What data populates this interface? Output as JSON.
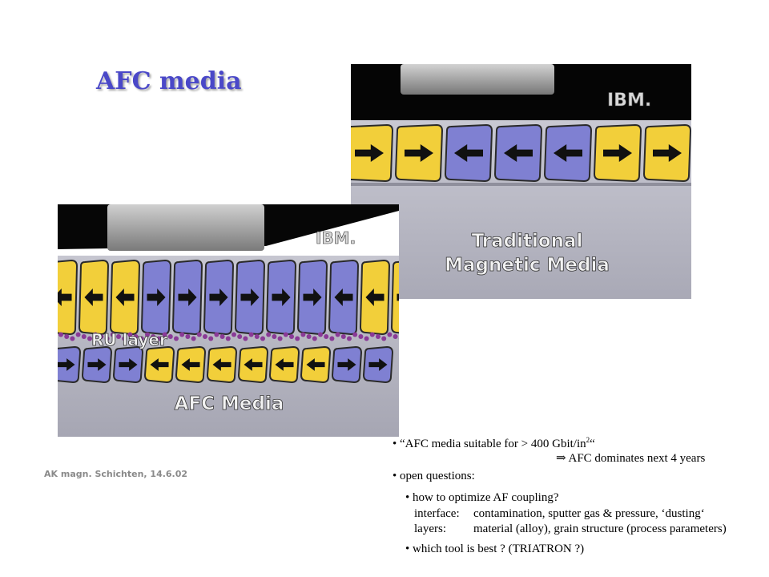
{
  "slide": {
    "title": "AFC media",
    "footer": "AK magn. Schichten, 14.6.02"
  },
  "panel_top": {
    "logo": "IBM.",
    "caption_line1": "Traditional",
    "caption_line2": "Magnetic Media"
  },
  "panel_left": {
    "logo": "IBM.",
    "layer_label": "RU layer",
    "caption": "AFC Media"
  },
  "bullets": {
    "b1_text": "“AFC media suitable for > 400 Gbit/in",
    "b1_sup": "2",
    "b1_end": "“",
    "b1_result": "⇒ AFC dominates next 4 years",
    "b2": "open questions:",
    "b2a": "how to optimize AF coupling?",
    "interface_label": "interface:",
    "interface_text": "contamination, sputter gas & pressure, ‘dusting‘",
    "layers_label": "layers:",
    "layers_text": "material (alloy), grain structure (process parameters)",
    "b2b": "which tool is best ?  (TRIATRON ?)"
  },
  "colors": {
    "title": "#4a48c8",
    "grain_yellow": "#f2cf3a",
    "grain_blue": "#7f80d2",
    "ru_dots": "#8a3a96",
    "panel_bg": "#b9b9c4"
  },
  "icons": [
    "arrow-right-icon",
    "arrow-left-icon",
    "bullet-dot-icon",
    "implies-arrow-icon"
  ]
}
